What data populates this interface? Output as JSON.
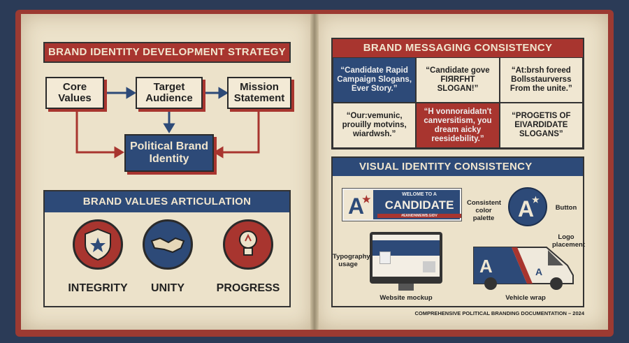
{
  "left": {
    "strategy_title": "BRAND IDENTITY DEVELOPMENT STRATEGY",
    "flow": {
      "core": "Core Values",
      "audience": "Target Audience",
      "mission": "Mission Statement",
      "result": "Political Brand Identity"
    },
    "values_title": "BRAND VALUES ARTICULATION",
    "values": [
      {
        "label": "INTEGRITY",
        "icon": "shield-star-icon"
      },
      {
        "label": "UNITY",
        "icon": "handshake-icon"
      },
      {
        "label": "PROGRESS",
        "icon": "lightbulb-icon"
      }
    ]
  },
  "right": {
    "messaging_title": "BRAND MESSAGING CONSISTENCY",
    "messages": [
      "“Candidate Rapid Campaign Slogans, Ever Story.”",
      "“Candidate gove FIЯRFHT SLOGAN!”",
      "“At:brsh foreed Bollsstaurverss From the unite.”",
      "“Our:vemunic, prouilly motvins, wiardwsh.”",
      "“H vonnoraidatn't canversitism, you dream aicky reesidebility.”",
      "“PROGETIS OF EIVARDIDATE SLOGANS”"
    ],
    "visual_title": "VISUAL IDENTITY CONSISTENCY",
    "banner": {
      "top": "WELOME TO A",
      "main": "CANDIDATE",
      "sub": "#EANIDNMEWB.GIDV"
    },
    "notes": {
      "palette": "Consistent color palette",
      "button": "Button",
      "typography": "Typography usage",
      "website": "Website mockup",
      "logo": "Logo placement",
      "vehicle": "Vehicle wrap"
    },
    "footer": "COMPREHENSIVE POLITICAL BRANDING DOCUMENTATION – 2024"
  },
  "colors": {
    "red": "#a8352f",
    "navy": "#2d4a78",
    "paper": "#ece2ca",
    "background": "#2b3b57"
  }
}
